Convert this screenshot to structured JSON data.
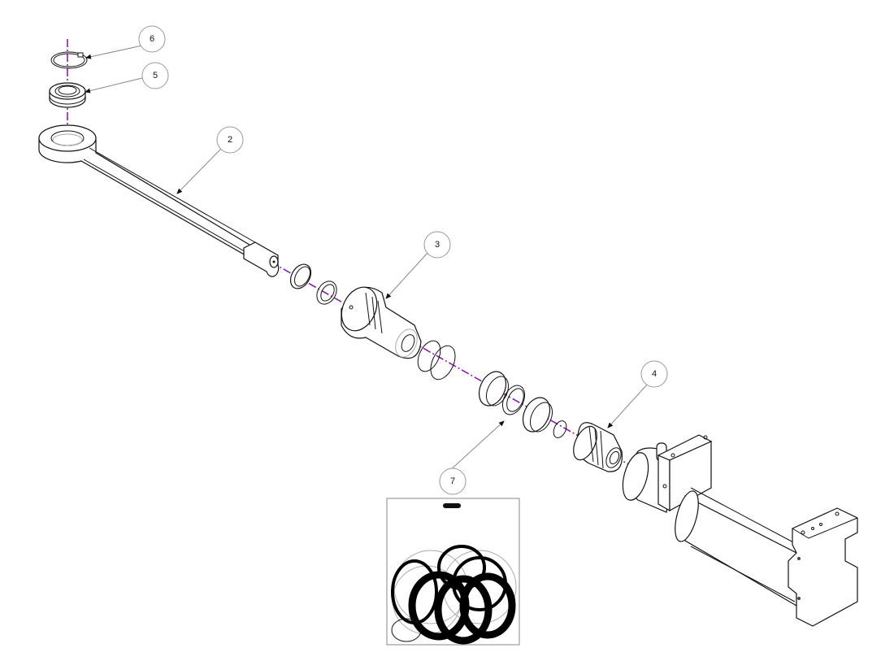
{
  "diagram": {
    "type": "exploded-parts-view",
    "subject": "hydraulic cylinder assembly",
    "axis_color": "#8a1ea8",
    "balloons": [
      {
        "id": "balloon-6",
        "label": "6",
        "part": "retaining-ring"
      },
      {
        "id": "balloon-5",
        "label": "5",
        "part": "spherical-bearing"
      },
      {
        "id": "balloon-2",
        "label": "2",
        "part": "piston-rod"
      },
      {
        "id": "balloon-3",
        "label": "3",
        "part": "gland"
      },
      {
        "id": "balloon-4",
        "label": "4",
        "part": "piston"
      },
      {
        "id": "balloon-7",
        "label": "7",
        "part": "seal-kit"
      }
    ]
  }
}
